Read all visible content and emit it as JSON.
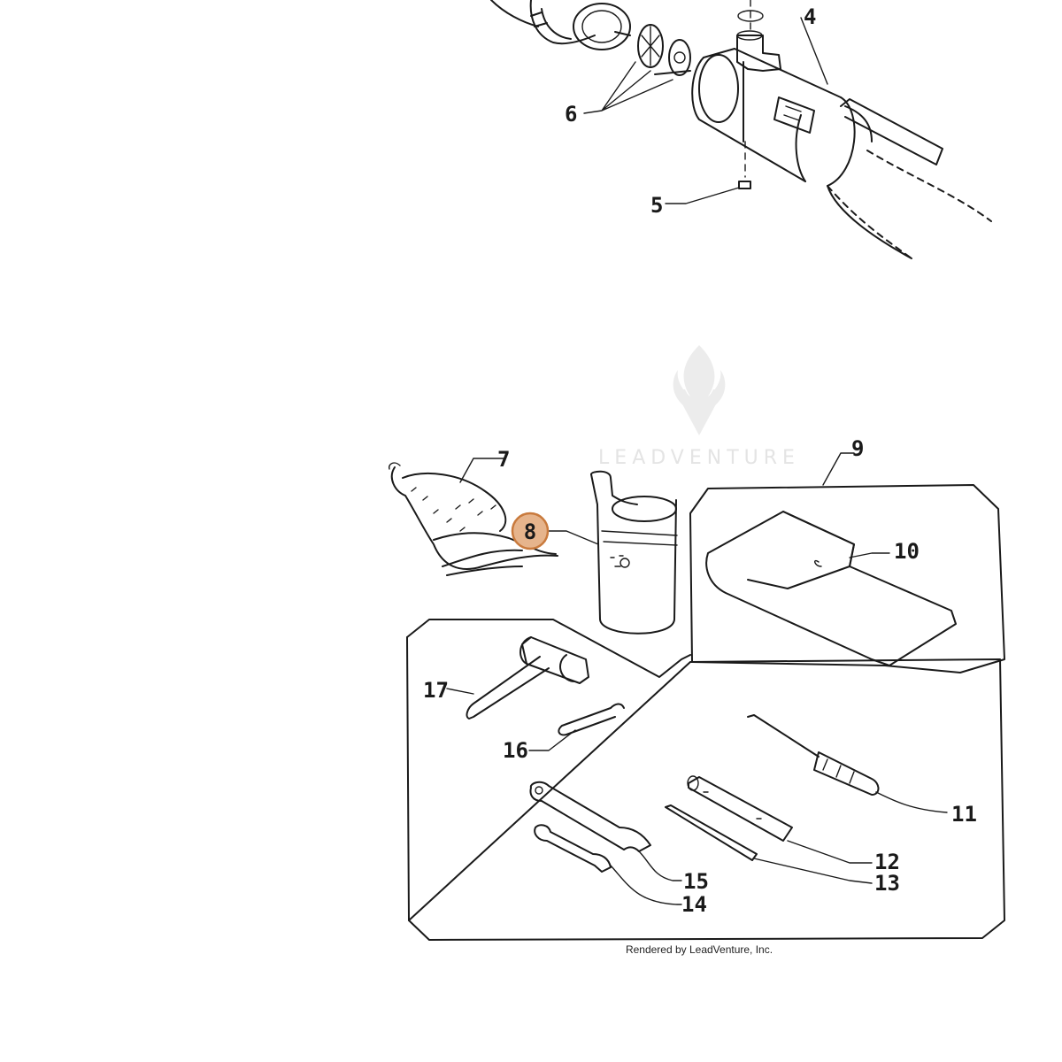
{
  "colors": {
    "line": "#1a1a1a",
    "hotspot_fill": "#e6b48c",
    "hotspot_stroke": "#c97a3d",
    "watermark": "#e4e4e4"
  },
  "watermark": {
    "brand": "LEADVENTURE",
    "icon": "flame-logo-icon"
  },
  "credit": "Rendered by LeadVenture, Inc.",
  "callouts": {
    "c4": "4",
    "c5": "5",
    "c6": "6",
    "c7": "7",
    "c8": "8",
    "c9": "9",
    "c10": "10",
    "c11": "11",
    "c12": "12",
    "c13": "13",
    "c14": "14",
    "c15": "15",
    "c16": "16",
    "c17": "17"
  },
  "highlighted_callout": "8"
}
